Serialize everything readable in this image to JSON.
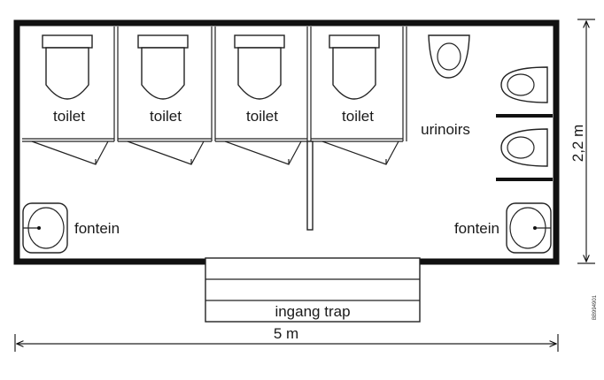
{
  "labels": {
    "toilet_1": "toilet",
    "toilet_2": "toilet",
    "toilet_3": "toilet",
    "toilet_4": "toilet",
    "urinals": "urinoirs",
    "sink_left": "fontein",
    "sink_right": "fontein",
    "entrance_stairs": "ingang trap",
    "width_dimension": "5 m",
    "height_dimension": "2,2 m",
    "drawing_code": "BB994901"
  },
  "colors": {
    "line": "#111111",
    "background": "#ffffff"
  }
}
